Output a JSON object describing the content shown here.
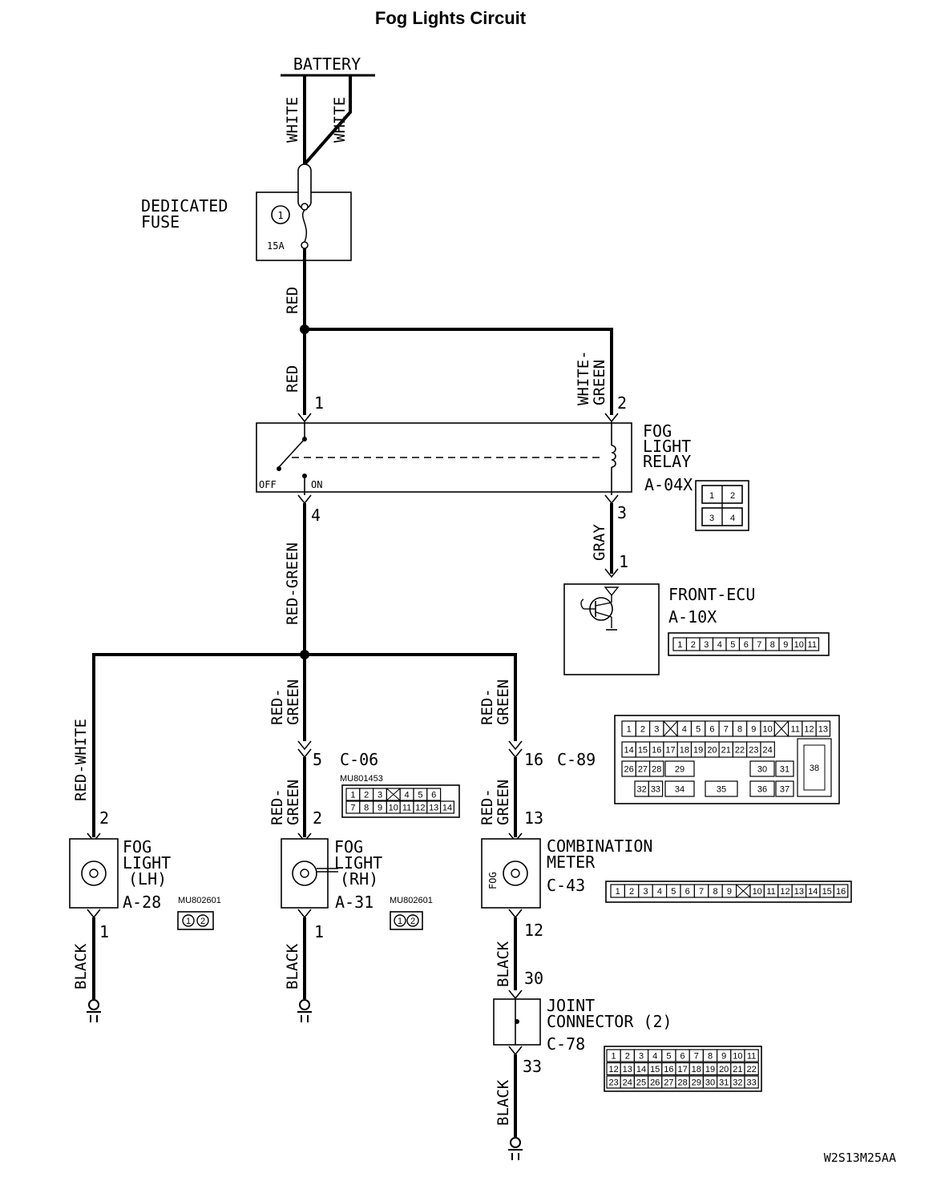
{
  "title": "Fog Lights Circuit",
  "code": "W2S13M25AA",
  "components": {
    "battery": "BATTERY",
    "fuse": {
      "line1": "DEDICATED",
      "line2": "FUSE",
      "number": "1",
      "rating": "15A"
    },
    "relay": {
      "line1": "FOG",
      "line2": "LIGHT",
      "line3": "RELAY",
      "id": "A-04X",
      "off": "OFF",
      "on": "ON",
      "pins": [
        "1",
        "2",
        "3",
        "4"
      ]
    },
    "ecu": {
      "name": "FRONT-ECU",
      "id": "A-10X",
      "pins": [
        "1",
        "2",
        "3",
        "4",
        "5",
        "6",
        "7",
        "8",
        "9",
        "10",
        "11"
      ]
    },
    "fog_lh": {
      "line1": "FOG",
      "line2": "LIGHT",
      "line3": "(LH)",
      "id": "A-28",
      "part": "MU802601",
      "pins": [
        "1",
        "2"
      ]
    },
    "fog_rh": {
      "line1": "FOG",
      "line2": "LIGHT",
      "line3": "(RH)",
      "id": "A-31",
      "part": "MU802601",
      "pins": [
        "1",
        "2"
      ]
    },
    "meter": {
      "line1": "COMBINATION",
      "line2": "METER",
      "id": "C-43",
      "inner": "FOG",
      "pins": [
        "1",
        "2",
        "3",
        "4",
        "5",
        "6",
        "7",
        "8",
        "9",
        "",
        "10",
        "11",
        "12",
        "13",
        "14",
        "15",
        "16"
      ]
    },
    "joint": {
      "line1": "JOINT",
      "line2": "CONNECTOR (2)",
      "id": "C-78",
      "rows": [
        [
          "1",
          "2",
          "3",
          "4",
          "5",
          "6",
          "7",
          "8",
          "9",
          "10",
          "11"
        ],
        [
          "12",
          "13",
          "14",
          "15",
          "16",
          "17",
          "18",
          "19",
          "20",
          "21",
          "22"
        ],
        [
          "23",
          "24",
          "25",
          "26",
          "27",
          "28",
          "29",
          "30",
          "31",
          "32",
          "33"
        ]
      ]
    },
    "c06": {
      "id": "C-06",
      "part": "MU801453",
      "rows": [
        [
          "1",
          "2",
          "3",
          "",
          "4",
          "5",
          "6"
        ],
        [
          "7",
          "8",
          "9",
          "10",
          "11",
          "12",
          "13",
          "14"
        ]
      ]
    },
    "c89": {
      "id": "C-89",
      "row1": [
        "1",
        "2",
        "3",
        "",
        "4",
        "5",
        "6",
        "7",
        "8",
        "9",
        "10",
        "",
        "11",
        "12",
        "13"
      ],
      "row2": [
        "14",
        "15",
        "16",
        "17",
        "18",
        "19",
        "20",
        "21",
        "22",
        "23",
        "24"
      ],
      "row3": [
        "26",
        "27",
        "28",
        "29",
        "30",
        "31"
      ],
      "row4": [
        "32",
        "33",
        "34",
        "35",
        "36",
        "37"
      ],
      "big": "38"
    }
  },
  "wires": {
    "white1": "WHITE",
    "white2": "WHITE",
    "red1": "RED",
    "red2": "RED",
    "white_green": [
      "WHITE-",
      "GREEN"
    ],
    "gray": "GRAY",
    "red_green_main": "RED-GREEN",
    "red_white": "RED-WHITE",
    "red_green_a": [
      "RED-",
      "GREEN"
    ],
    "red_green_b": [
      "RED-",
      "GREEN"
    ],
    "red_green_c": [
      "RED-",
      "GREEN"
    ],
    "red_green_d": [
      "RED-",
      "GREEN"
    ],
    "black_lh": "BLACK",
    "black_rh": "BLACK",
    "black_meter": "BLACK",
    "black_joint": "BLACK"
  },
  "pin_labels": {
    "relay_1": "1",
    "relay_2": "2",
    "relay_3": "3",
    "relay_4": "4",
    "ecu_1": "1",
    "c06_5": "5",
    "c89_16": "16",
    "lh_2": "2",
    "lh_1": "1",
    "rh_2": "2",
    "rh_1": "1",
    "meter_13": "13",
    "meter_12": "12",
    "joint_30": "30",
    "joint_33": "33"
  }
}
